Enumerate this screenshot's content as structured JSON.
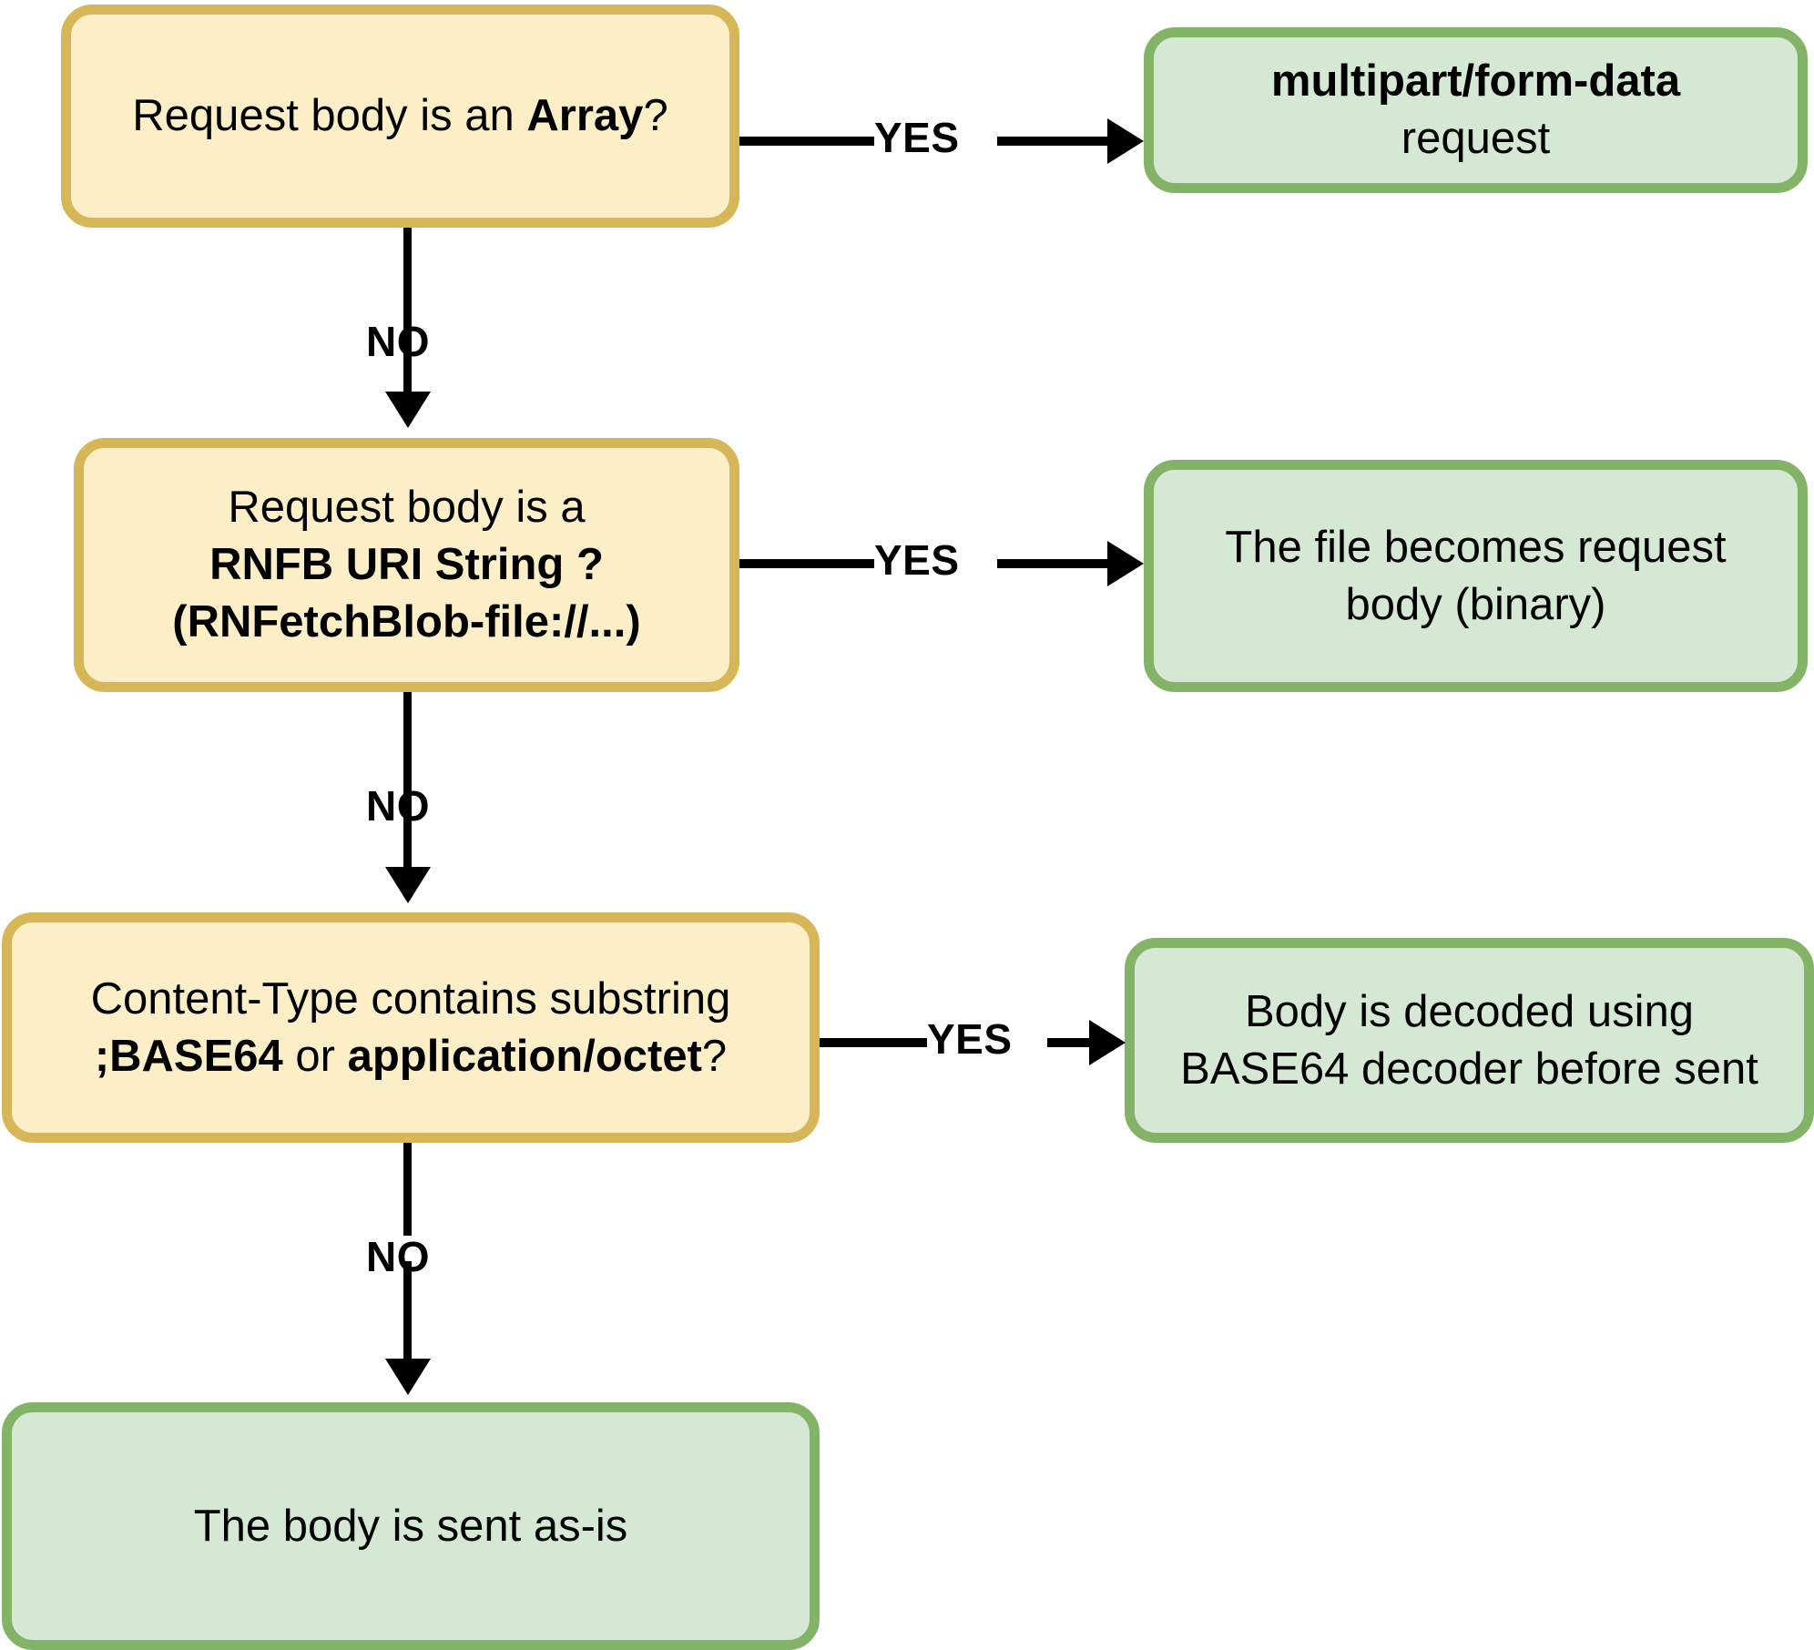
{
  "diagram": {
    "title": "React Native Fetch Blob request body decision flow",
    "colors": {
      "decision_fill": "#FCEFC7",
      "decision_border": "#D6B656",
      "terminal_fill": "#D5E8D4",
      "terminal_border": "#82B366",
      "connector": "#000000"
    },
    "nodes": {
      "array_check": {
        "line1_plain": "Request body is an ",
        "line1_bold": "Array",
        "line1_tail": "?"
      },
      "multipart_result": {
        "line1_bold": "multipart/form-data",
        "line2_plain": "request"
      },
      "rnfb_check": {
        "line1_plain": "Request body is a",
        "line2_bold": "RNFB URI String ?",
        "line3_bold": "(RNFetchBlob-file://...)"
      },
      "file_body_result": {
        "line1_plain": "The file becomes request",
        "line2_plain": "body (binary)"
      },
      "content_type_check": {
        "line1_plain": "Content-Type contains substring",
        "line2_bold_a": ";BASE64",
        "line2_plain_mid": " or ",
        "line2_bold_b": "application/octet",
        "line2_tail": "?"
      },
      "base64_result": {
        "line1_plain": "Body is decoded using",
        "line2_plain": "BASE64 decoder before sent"
      },
      "as_is_result": {
        "line1_plain": "The body is sent as-is"
      }
    },
    "edges": {
      "yes_1": "YES",
      "no_1": "NO",
      "yes_2": "YES",
      "no_2": "NO",
      "yes_3": "YES",
      "no_3": "NO"
    }
  }
}
